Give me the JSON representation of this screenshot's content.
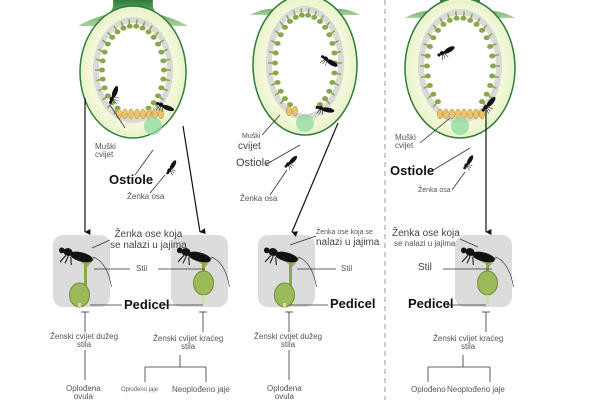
{
  "diagram": {
    "title": "Fig pollination by fig wasps",
    "colors": {
      "fig_outer": "#2e7d3a",
      "fig_flesh": "#f2f8d8",
      "fig_inner_ring": "#d9d9d9",
      "flower_green": "#8aa84a",
      "male_flower": "#e8c36a",
      "ostiole": "#8fd9a0",
      "wasp": "#111111",
      "flower_box": "#dcdcdc",
      "divider": "#999999"
    },
    "panels": [
      {
        "id": "left",
        "labels": {
          "male_flower": "Muški\ncvijet",
          "ostiole": "Ostiole",
          "female_wasp": "Ženka osa",
          "wasp_laying": "Ženka ose koja\nse nalazi u jajima",
          "style": "Stil",
          "pedicel": "Pedicel"
        },
        "flowers": [
          {
            "type": "long-style",
            "label": "Ženski cvijet dužeg\nstila",
            "outcomes": [
              "Oplođena\novula"
            ]
          },
          {
            "type": "short-style",
            "label": "Ženski cvijet kraćeg\nstila",
            "outcomes": [
              "Oplođeno jaje",
              "Neoplođeno jaje"
            ]
          }
        ]
      },
      {
        "id": "middle",
        "labels": {
          "male_flower_1": "Muški",
          "male_flower_2": "cvijet",
          "ostiole": "Ostiole",
          "female_wasp": "Ženka osa",
          "wasp_laying_1": "Ženka ose koja se",
          "wasp_laying_2": "nalazi u jajima",
          "style": "Stil",
          "pedicel": "Pedicel"
        },
        "flowers": [
          {
            "type": "long-style",
            "label": "Ženski cvijet dužeg\nstila",
            "outcomes": [
              "Oplođena\novula"
            ]
          }
        ]
      },
      {
        "id": "right",
        "labels": {
          "male_flower": "Muški\ncvijet",
          "ostiole": "Ostiole",
          "female_wasp": "Ženka osa",
          "wasp_laying_1": "Ženka ose koja",
          "wasp_laying_2": "se nalazi u jajima",
          "style": "Stil",
          "pedicel": "Pedicel"
        },
        "flowers": [
          {
            "type": "short-style",
            "label": "Ženski cvijet kraćeg\nstila",
            "outcomes": [
              "Oplođeno",
              "Neoplođeno jaje"
            ]
          }
        ]
      }
    ]
  }
}
